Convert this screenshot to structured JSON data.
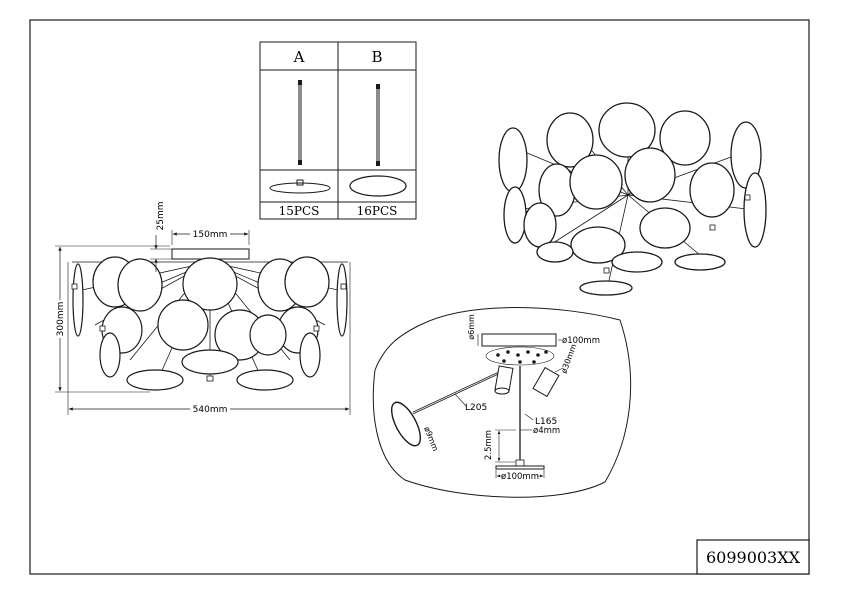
{
  "parts_table": {
    "col_a_header": "A",
    "col_b_header": "B",
    "col_a_qty": "15PCS",
    "col_b_qty": "16PCS"
  },
  "front_view": {
    "top_plate_width": "150mm",
    "top_plate_height": "25mm",
    "total_height": "300mm",
    "total_width": "540mm"
  },
  "detail_view": {
    "canopy_diameter": "ø100mm",
    "canopy_height": "ø6mm",
    "socket_diameter": "ø30mm",
    "arm_long": "L205",
    "arm_short": "L165",
    "rod_diameter": "ø4mm",
    "disc_offset": "2.5mm",
    "bottom_disc_diameter": "ø100mm",
    "side_disc_diameter": "ø9mm"
  },
  "product_code": "6099003XX",
  "colors": {
    "line": "#1a1a1a",
    "fill": "#ffffff"
  }
}
